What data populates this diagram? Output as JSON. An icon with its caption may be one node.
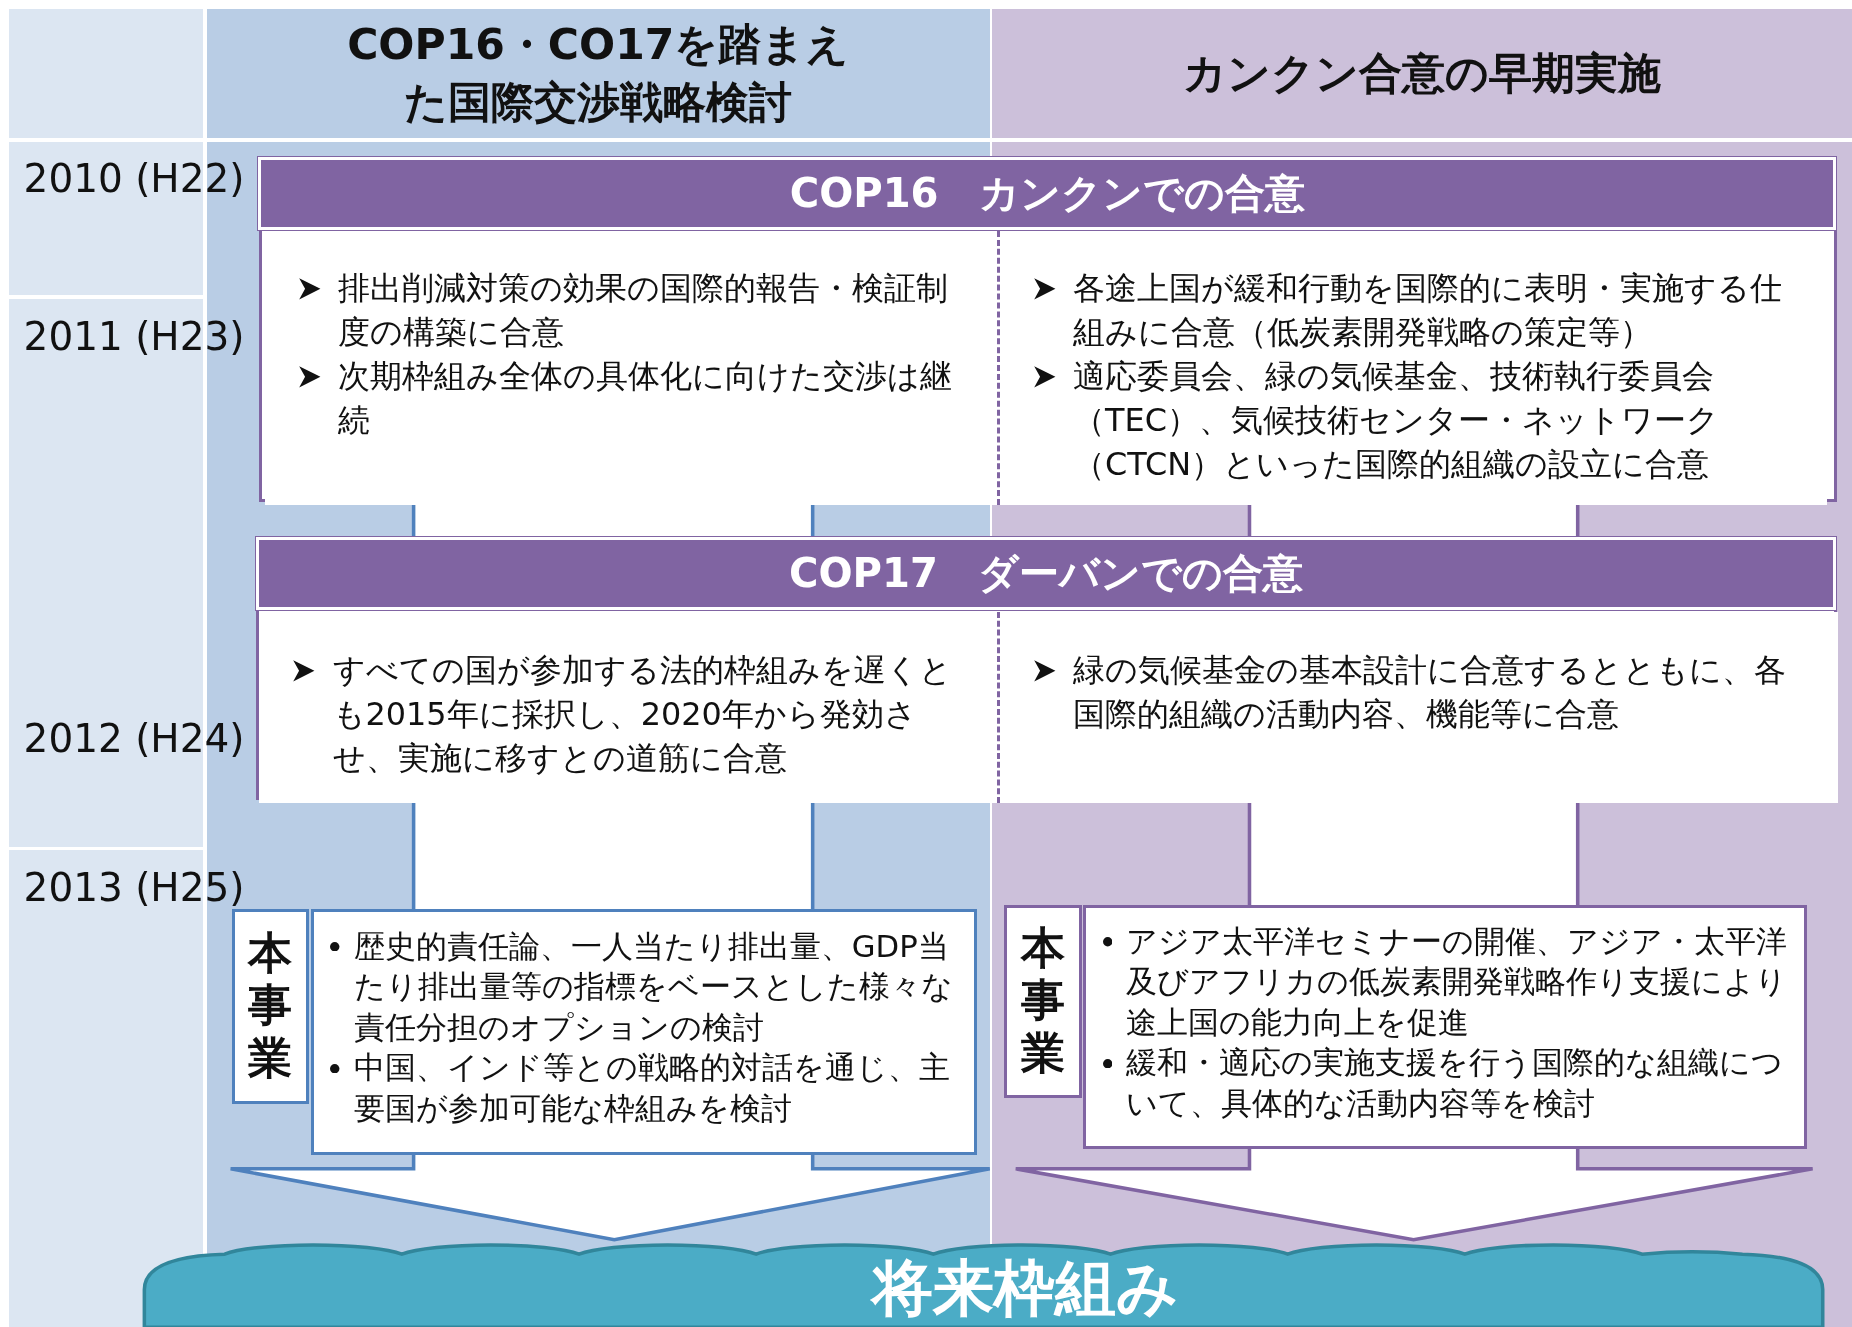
{
  "diagram": {
    "nodes": [
      {
        "text": [
          "COP16・CO17を踏まえた国際交渉戦略検討"
        ]
      },
      {
        "text": [
          "カンクン合意の早期実施"
        ]
      },
      {
        "text": [
          "COP16　カンクンでの合意"
        ]
      },
      {
        "text": [
          "排出削減対策の効果の国際的報告・検証制度の構築に合意",
          "次期枠組み全体の具体化に向けた交渉は継続"
        ],
        "in": 2
      },
      {
        "text": [
          "各途上国が緩和行動を国際的に表明・実施する仕組みに合意（低炭素開発戦略の策定等）",
          "適応委員会、緑の気候基金、技術執行委員会（TEC）、気候技術センター・ネットワーク（CTCN）といった国際的組織の設立に合意"
        ],
        "in": 2
      },
      {
        "text": [
          "COP17　ダーバンでの合意"
        ]
      },
      {
        "text": [
          "すべての国が参加する法的枠組みを遅くとも2015年に採択し、2020年から発効させ、実施に移すとの道筋に合意"
        ],
        "in": 5
      },
      {
        "text": [
          "緑の気候基金の基本設計に合意するとともに、各国際的組織の活動内容、機能等に合意"
        ],
        "in": 5
      },
      {
        "text": [
          "本事業"
        ]
      },
      {
        "text": [
          "歴史的責任論、一人当たり排出量、GDP当たり排出量等の指標をベースとした様々な責任分担のオプションの検討",
          "中国、インド等との戦略的対話を通じ、主要国が参加可能な枠組みを検討"
        ]
      },
      {
        "text": [
          "本事業"
        ]
      },
      {
        "text": [
          "アジア太平洋セミナーの開催、アジア・太平洋及びアフリカの低炭素開発戦略作り支援により途上国の能力向上を促進",
          "緩和・適応の実施支援を行う国際的な組織について、具体的な活動内容等を検討"
        ]
      },
      {
        "text": [
          "将来枠組み"
        ]
      }
    ],
    "edges": [
      {
        "from": 3,
        "to": 6,
        "arrow": "none",
        "color": "#4f81bd"
      },
      {
        "from": 6,
        "to": 9,
        "arrow": "none",
        "color": "#4f81bd"
      },
      {
        "from": 9,
        "to": 12,
        "arrow": "to",
        "color": "#4f81bd"
      },
      {
        "from": 4,
        "to": 7,
        "arrow": "none",
        "color": "#8064a2"
      },
      {
        "from": 7,
        "to": 11,
        "arrow": "none",
        "color": "#8064a2"
      },
      {
        "from": 11,
        "to": 12,
        "arrow": "to",
        "color": "#8064a2"
      }
    ],
    "labels": [
      "2010 (H22)",
      "2011 (H23)",
      "2012 (H24)",
      "2013 (H25)"
    ]
  }
}
